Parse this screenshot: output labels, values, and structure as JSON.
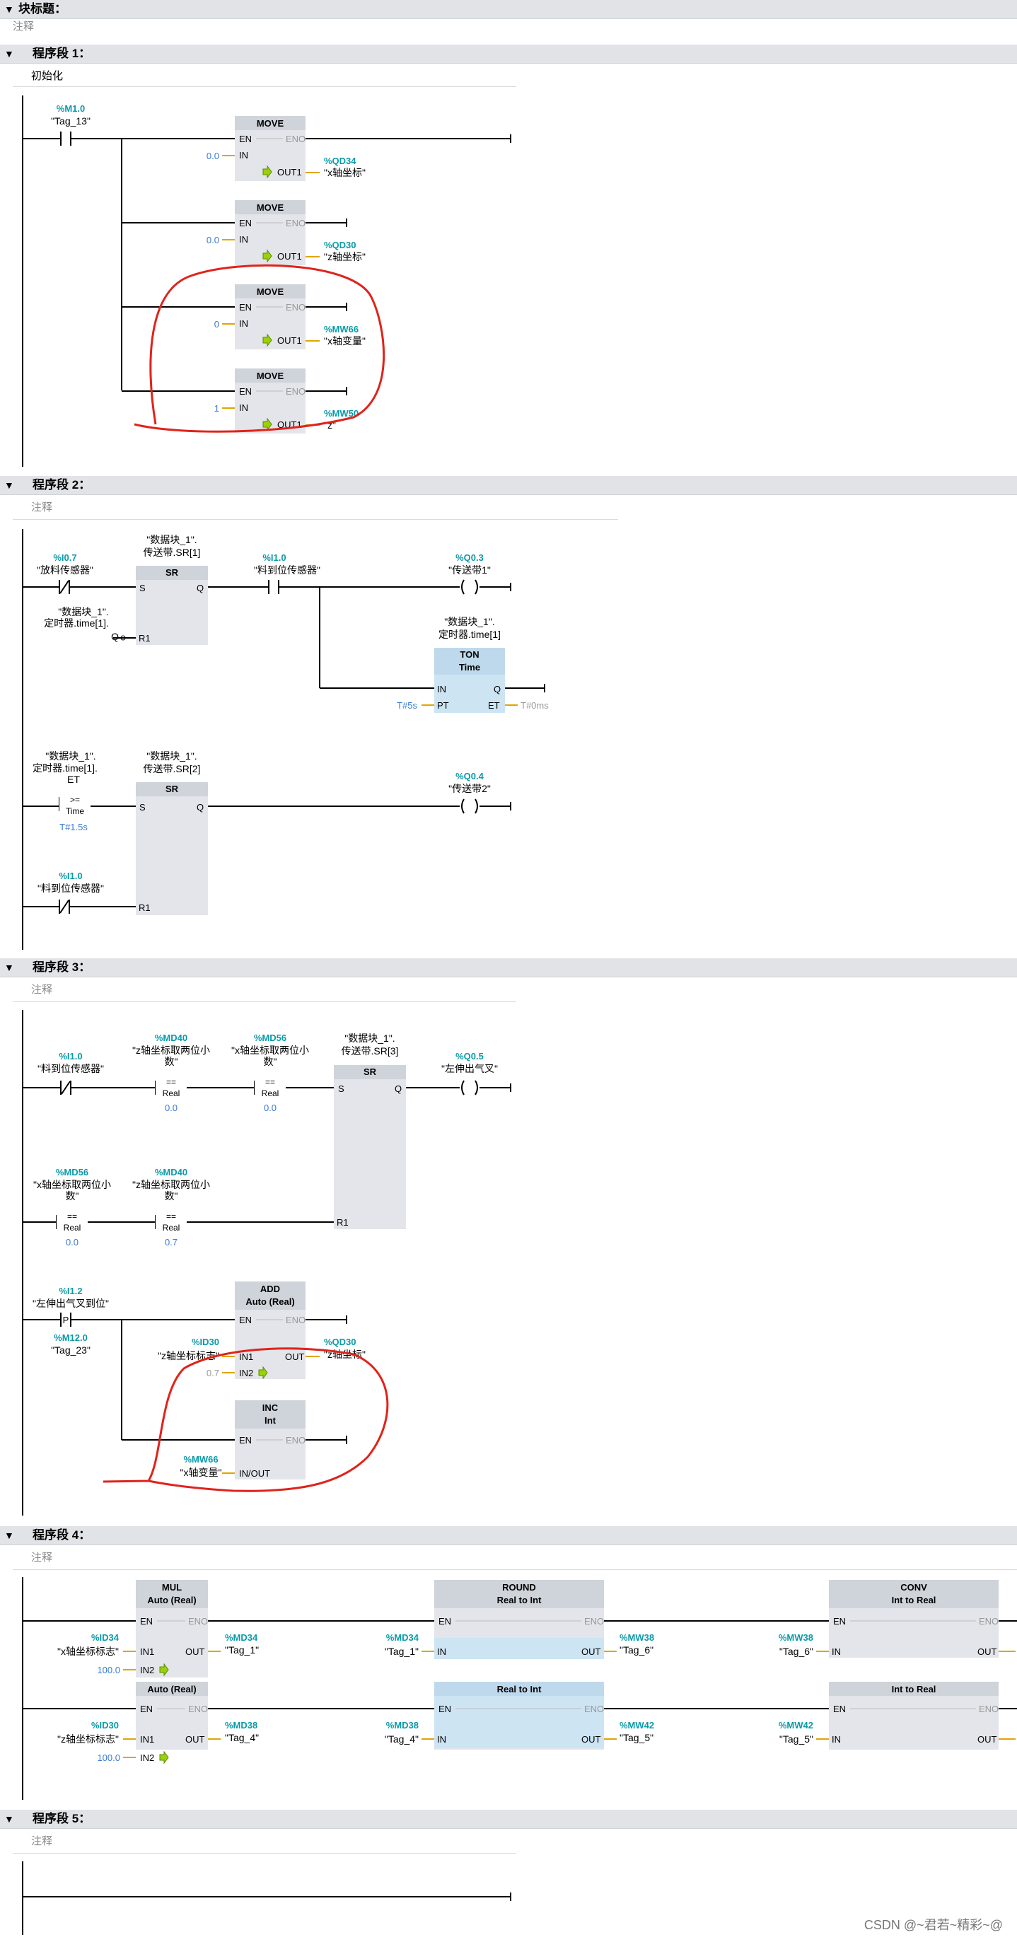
{
  "block": {
    "title": "块标题：",
    "comment": "注释"
  },
  "networks": [
    {
      "label": "程序段 1：",
      "comment": "初始化",
      "contact": {
        "addr": "%M1.0",
        "tag": "\"Tag_13\""
      },
      "moves": [
        {
          "title": "MOVE",
          "in": "0.0",
          "addr": "%QD34",
          "tag": "\"x轴坐标\""
        },
        {
          "title": "MOVE",
          "in": "0.0",
          "addr": "%QD30",
          "tag": "\"z轴坐标\""
        },
        {
          "title": "MOVE",
          "in": "0",
          "addr": "%MW66",
          "tag": "\"x轴变量\""
        },
        {
          "title": "MOVE",
          "in": "1",
          "addr": "%MW50",
          "tag": "\"z\""
        }
      ]
    },
    {
      "label": "程序段 2：",
      "comment": "注释",
      "nc1": {
        "addr": "%I0.7",
        "tag": "\"放料传感器\""
      },
      "sr1": {
        "db": "\"数据块_1\".",
        "path": "传送带.SR[1]",
        "title": "SR"
      },
      "r1tag": {
        "l1": "\"数据块_1\".",
        "l2": "定时器.time[1].",
        "l3": "Q"
      },
      "no1": {
        "addr": "%I1.0",
        "tag": "\"料到位传感器\""
      },
      "coil1": {
        "addr": "%Q0.3",
        "tag": "\"传送带1\""
      },
      "ton": {
        "db": "\"数据块_1\".",
        "path": "定时器.time[1]",
        "title": "TON",
        "sub": "Time",
        "pt": "T#5s",
        "et": "T#0ms"
      },
      "cmp": {
        "l1": "\"数据块_1\".",
        "l2": "定时器.time[1].",
        "l3": "ET",
        "op": ">=",
        "type": "Time",
        "val": "T#1.5s"
      },
      "sr2": {
        "db": "\"数据块_1\".",
        "path": "传送带.SR[2]",
        "title": "SR"
      },
      "coil2": {
        "addr": "%Q0.4",
        "tag": "\"传送带2\""
      },
      "nc2": {
        "addr": "%I1.0",
        "tag": "\"料到位传感器\""
      }
    },
    {
      "label": "程序段 3：",
      "comment": "注释",
      "nc1": {
        "addr": "%I1.0",
        "tag": "\"料到位传感器\""
      },
      "eq1": {
        "addr": "%MD40",
        "tag1": "\"z轴坐标取两位小",
        "tag2": "数\"",
        "op": "==",
        "type": "Real",
        "val": "0.0"
      },
      "eq2": {
        "addr": "%MD56",
        "tag1": "\"x轴坐标取两位小",
        "tag2": "数\"",
        "op": "==",
        "type": "Real",
        "val": "0.0"
      },
      "sr3": {
        "db": "\"数据块_1\".",
        "path": "传送带.SR[3]",
        "title": "SR"
      },
      "coil": {
        "addr": "%Q0.5",
        "tag": "\"左伸出气叉\""
      },
      "eq3": {
        "addr": "%MD56",
        "tag1": "\"x轴坐标取两位小",
        "tag2": "数\"",
        "op": "==",
        "type": "Real",
        "val": "0.0"
      },
      "eq4": {
        "addr": "%MD40",
        "tag1": "\"z轴坐标取两位小",
        "tag2": "数\"",
        "op": "==",
        "type": "Real",
        "val": "0.7"
      },
      "pcont": {
        "addr": "%I1.2",
        "tag": "\"左伸出气叉到位\"",
        "sym": "P",
        "maddr": "%M12.0",
        "mtag": "\"Tag_23\""
      },
      "add": {
        "title": "ADD",
        "sub": "Auto (Real)",
        "in1addr": "%ID30",
        "in1tag": "\"z轴坐标标志\"",
        "in2": "0.7",
        "outaddr": "%QD30",
        "outtag": "\"z轴坐标\""
      },
      "inc": {
        "title": "INC",
        "sub": "Int",
        "addr": "%MW66",
        "tag": "\"x轴变量\""
      }
    },
    {
      "label": "程序段 4：",
      "comment": "注释",
      "mul": {
        "title": "MUL",
        "sub": "Auto (Real)",
        "sub2": "Auto (Real)",
        "r1": {
          "in1addr": "%ID34",
          "in1tag": "\"x轴坐标标志\"",
          "in2": "100.0",
          "outaddr": "%MD34",
          "outtag": "\"Tag_1\""
        },
        "r2": {
          "in1addr": "%ID30",
          "in1tag": "\"z轴坐标标志\"",
          "in2": "100.0",
          "outaddr": "%MD38",
          "outtag": "\"Tag_4\""
        }
      },
      "round": {
        "title": "ROUND",
        "sub": "Real to Int",
        "sub2": "Real to Int",
        "r1": {
          "inaddr": "%MD34",
          "intag": "\"Tag_1\"",
          "outaddr": "%MW38",
          "outtag": "\"Tag_6\""
        },
        "r2": {
          "inaddr": "%MD38",
          "intag": "\"Tag_4\"",
          "outaddr": "%MW42",
          "outtag": "\"Tag_5\""
        }
      },
      "conv": {
        "title": "CONV",
        "sub": "Int to Real",
        "sub2": "Int to Real",
        "r1": {
          "inaddr": "%MW38",
          "intag": "\"Tag_6\""
        },
        "r2": {
          "inaddr": "%MW42",
          "intag": "\"Tag_5\""
        }
      }
    },
    {
      "label": "程序段 5：",
      "comment": "注释"
    }
  ],
  "pins": {
    "en": "EN",
    "eno": "ENO",
    "in": "IN",
    "out": "OUT",
    "out1": "OUT1",
    "in1": "IN1",
    "in2": "IN2",
    "s": "S",
    "q": "Q",
    "r1": "R1",
    "pt": "PT",
    "et": "ET",
    "inout": "IN/OUT"
  },
  "watermark": "CSDN @~君若~精彩~@",
  "colors": {
    "addr": "#0a9aa8",
    "value": "#3a7bd5",
    "header": "#e1e3e6",
    "box": "#e3e5ea",
    "boxhead": "#cfd3da",
    "timerbox": "#cde4f3",
    "annotation": "#e0231b",
    "wire": "#000000"
  }
}
